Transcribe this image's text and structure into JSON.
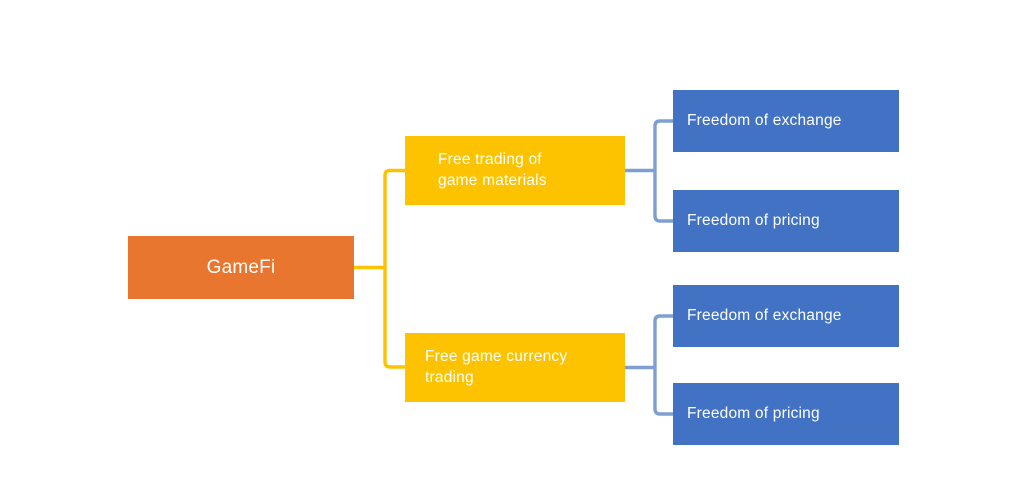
{
  "diagram": {
    "type": "tree",
    "orientation": "left-to-right",
    "colors": {
      "root_fill": "#e8762f",
      "branch_fill": "#fdc300",
      "leaf_fill": "#4272c4",
      "branch_connector": "#fdc300",
      "leaf_connector": "#7e9fd4",
      "background": "#ffffff",
      "text": "#ffffff"
    },
    "root": {
      "label": "GameFi"
    },
    "branches": [
      {
        "label": "Free trading of\ngame materials",
        "leaves": [
          {
            "label": "Freedom of exchange"
          },
          {
            "label": "Freedom of pricing"
          }
        ]
      },
      {
        "label": "Free game currency\ntrading",
        "leaves": [
          {
            "label": "Freedom of exchange"
          },
          {
            "label": "Freedom of pricing"
          }
        ]
      }
    ]
  }
}
